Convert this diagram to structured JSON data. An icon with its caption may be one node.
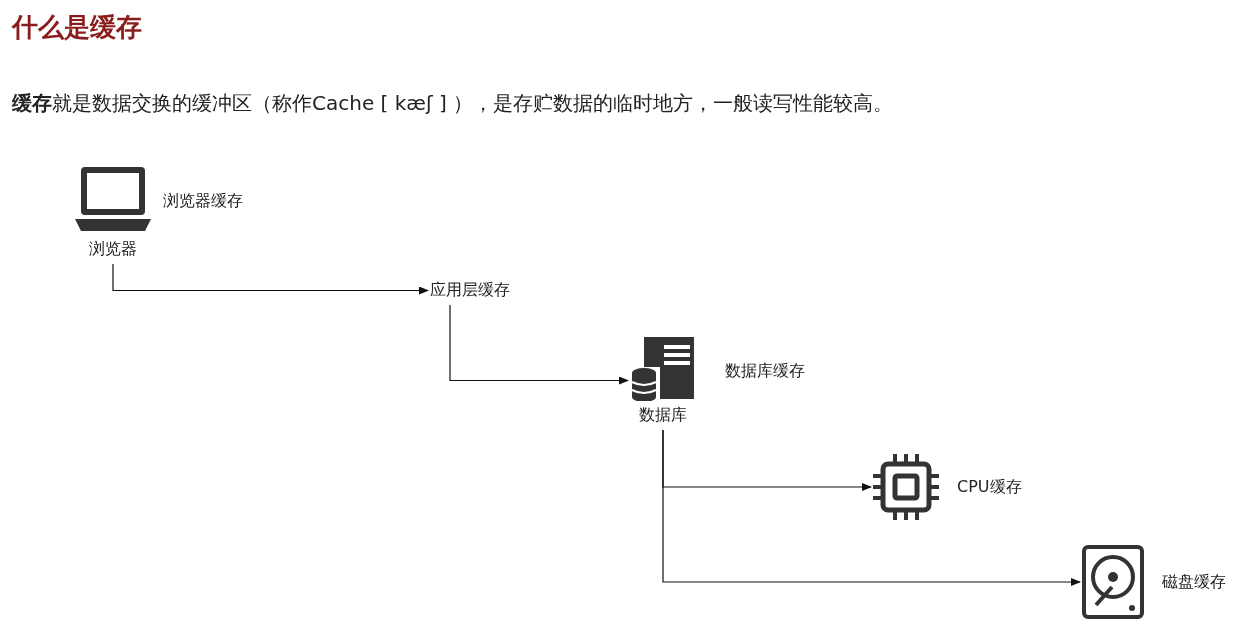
{
  "diagram": {
    "title": "什么是缓存",
    "nodes": [
      {
        "text": [
          "浏览器"
        ],
        "beside": [
          "浏览器缓存"
        ]
      },
      {
        "text": [
          "应用层缓存"
        ]
      },
      {
        "text": [
          "数据库"
        ],
        "beside": [
          "数据库缓存"
        ]
      },
      {
        "text": [
          "CPU缓存"
        ]
      },
      {
        "text": [
          "磁盘缓存"
        ]
      }
    ],
    "edges": [
      {
        "from": 0,
        "to": 1,
        "arrow": "to"
      },
      {
        "from": 1,
        "to": 2,
        "arrow": "to"
      },
      {
        "from": 2,
        "to": 3,
        "arrow": "to"
      },
      {
        "from": 2,
        "to": 4,
        "arrow": "to"
      }
    ],
    "labels": [
      "**缓存**就是数据交换的缓冲区（称作Cache [ kæʃ ] ），是存贮数据的临时地方，一般读写性能较高。"
    ]
  }
}
